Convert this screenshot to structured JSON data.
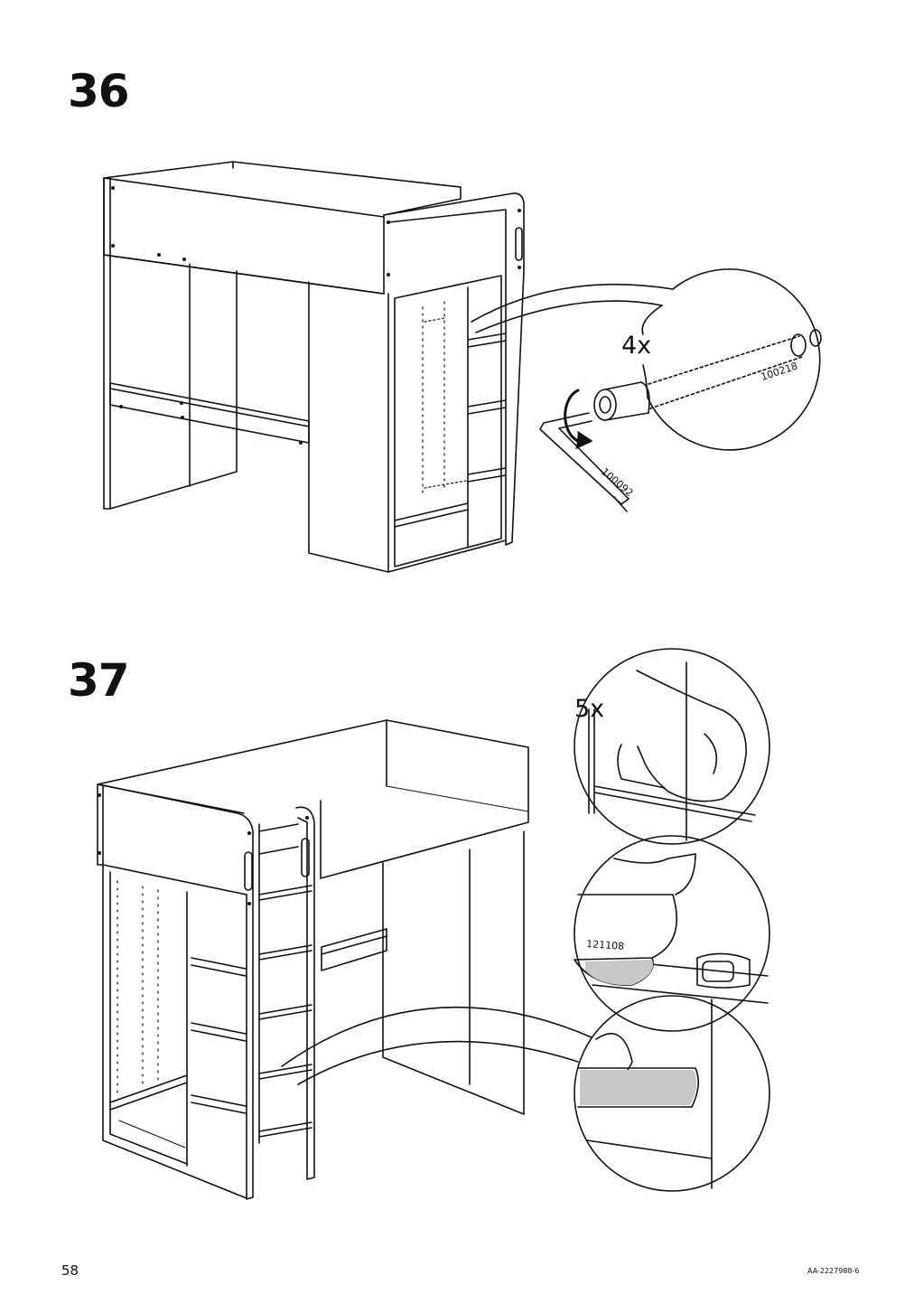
{
  "step_36": {
    "number": "36",
    "quantity": "4x",
    "bolt_part": "100218",
    "key_part": "100092"
  },
  "step_37": {
    "number": "37",
    "quantity": "5x",
    "cap_part": "121108"
  },
  "footer": {
    "page_number": "58",
    "document_code": "AA-2227988-6"
  }
}
